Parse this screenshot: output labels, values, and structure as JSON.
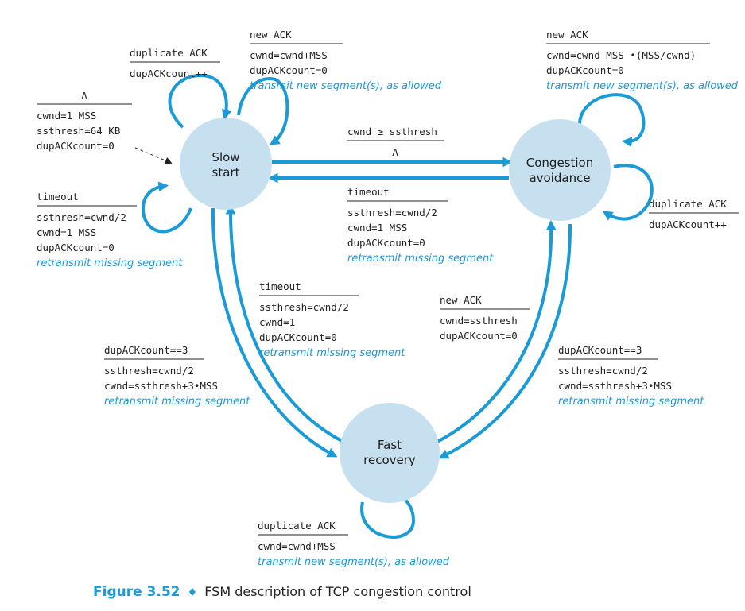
{
  "colors": {
    "accent": "#1a9ad6",
    "state_fill": "#c7e0ef",
    "text": "#222222"
  },
  "states": {
    "slow_start": [
      "Slow",
      "start"
    ],
    "congestion_avoidance": [
      "Congestion",
      "avoidance"
    ],
    "fast_recovery": [
      "Fast",
      "recovery"
    ]
  },
  "transitions": {
    "initial": {
      "event": "Λ",
      "actions": [
        "cwnd=1 MSS",
        "ssthresh=64 KB",
        "dupACKcount=0"
      ]
    },
    "ss_dup_ack": {
      "event": "duplicate ACK",
      "actions": [
        "dupACKcount++"
      ]
    },
    "ss_new_ack": {
      "event": "new ACK",
      "actions": [
        "cwnd=cwnd+MSS",
        "dupACKcount=0"
      ],
      "note": "transmit new segment(s), as allowed"
    },
    "ss_timeout": {
      "event": "timeout",
      "actions": [
        "ssthresh=cwnd/2",
        "cwnd=1 MSS",
        "dupACKcount=0"
      ],
      "note": "retransmit missing segment"
    },
    "ss_to_ca": {
      "event": "cwnd ≥ ssthresh",
      "actions": [
        "Λ"
      ]
    },
    "ca_timeout": {
      "event": "timeout",
      "actions": [
        "ssthresh=cwnd/2",
        "cwnd=1 MSS",
        "dupACKcount=0"
      ],
      "note": "retransmit missing segment"
    },
    "ca_new_ack": {
      "event": "new ACK",
      "actions": [
        "cwnd=cwnd+MSS •(MSS/cwnd)",
        "dupACKcount=0"
      ],
      "note": "transmit new segment(s), as allowed"
    },
    "ca_dup_ack": {
      "event": "duplicate ACK",
      "actions": [
        "dupACKcount++"
      ]
    },
    "fr_timeout": {
      "event": "timeout",
      "actions": [
        "ssthresh=cwnd/2",
        "cwnd=1",
        "dupACKcount=0"
      ],
      "note": "retransmit missing segment"
    },
    "fr_new_ack": {
      "event": "new ACK",
      "actions": [
        "cwnd=ssthresh",
        "dupACKcount=0"
      ]
    },
    "ss_to_fr": {
      "event": "dupACKcount==3",
      "actions": [
        "ssthresh=cwnd/2",
        "cwnd=ssthresh+3•MSS"
      ],
      "note": "retransmit missing segment"
    },
    "ca_to_fr": {
      "event": "dupACKcount==3",
      "actions": [
        "ssthresh=cwnd/2",
        "cwnd=ssthresh+3•MSS"
      ],
      "note": "retransmit missing segment"
    },
    "fr_dup_ack": {
      "event": "duplicate ACK",
      "actions": [
        "cwnd=cwnd+MSS"
      ],
      "note": "transmit new segment(s), as allowed"
    }
  },
  "caption": {
    "figure": "Figure 3.52",
    "separator": "♦",
    "text": "FSM description of TCP congestion control"
  }
}
